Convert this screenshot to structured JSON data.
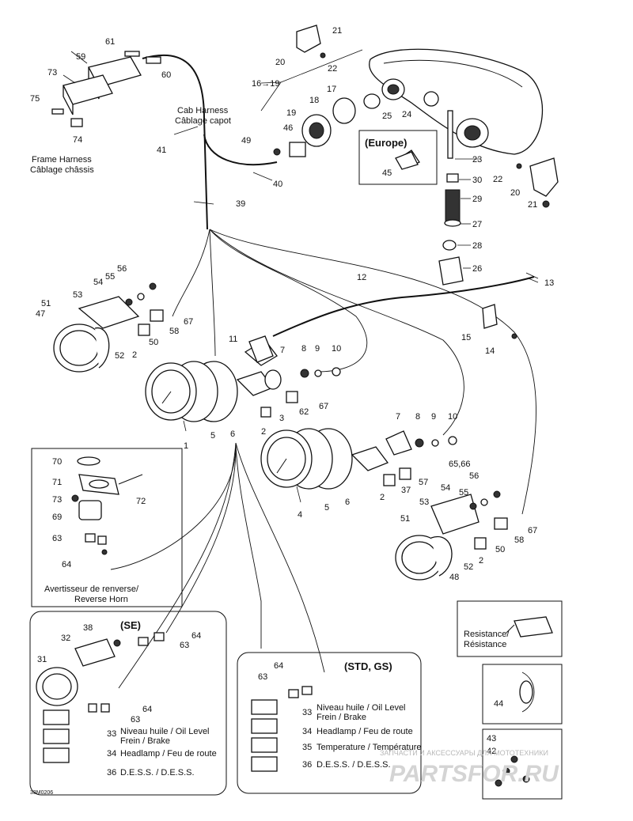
{
  "callouts": {
    "n1": "1",
    "n2": "2",
    "n3": "3",
    "n4": "4",
    "n5": "5",
    "n6": "6",
    "n7": "7",
    "n8": "8",
    "n9": "9",
    "n10": "10",
    "n11": "11",
    "n12": "12",
    "n13": "13",
    "n14": "14",
    "n15": "15",
    "n16": "16",
    "n17": "17",
    "n18": "18",
    "n19": "19",
    "n20": "20",
    "n21": "21",
    "n22": "22",
    "n23": "23",
    "n24": "24",
    "n25": "25",
    "n26": "26",
    "n27": "27",
    "n28": "28",
    "n29": "29",
    "n30": "30",
    "n31": "31",
    "n32": "32",
    "n33": "33",
    "n34": "34",
    "n35": "35",
    "n36": "36",
    "n37": "37",
    "n38": "38",
    "n39": "39",
    "n40": "40",
    "n41": "41",
    "n42": "42",
    "n43": "43",
    "n44": "44",
    "n45": "45",
    "n46": "46",
    "n47": "47",
    "n48": "48",
    "n49": "49",
    "n50": "50",
    "n51": "51",
    "n52": "52",
    "n53": "53",
    "n54": "54",
    "n55": "55",
    "n56": "56",
    "n57": "57",
    "n58": "58",
    "n59": "59",
    "n60": "60",
    "n61": "61",
    "n62": "62",
    "n63": "63",
    "n64": "64",
    "n67": "67",
    "n69": "69",
    "n70": "70",
    "n71": "71",
    "n72": "72",
    "n73": "73",
    "n74": "74",
    "n75": "75",
    "n16_19": "16→19",
    "n65_66": "65,66"
  },
  "labels": {
    "cab_harness_en": "Cab Harness",
    "cab_harness_fr": "Câblage capot",
    "frame_harness_en": "Frame Harness",
    "frame_harness_fr": "Câblage châssis",
    "europe": "(Europe)",
    "reverse_horn_fr": "Avertisseur de renverse/",
    "reverse_horn_en": "Reverse Horn",
    "se": "(SE)",
    "std_gs": "(STD, GS)",
    "oil_level_1": "Niveau huile / Oil Level",
    "oil_level_2": "Frein / Brake",
    "headlamp": "Headlamp / Feu de route",
    "temperature": "Temperature / Température",
    "dess": "D.E.S.S. / D.E.S.S.",
    "resistance_1": "Resistance/",
    "resistance_2": "Résistance",
    "drawing_code": "33M0206"
  },
  "watermark": {
    "tagline": "ЗАПЧАСТИ И АКСЕССУАРЫ ДЛЯ МОТОТЕХНИКИ",
    "brand": "PARTSFOR.RU"
  }
}
